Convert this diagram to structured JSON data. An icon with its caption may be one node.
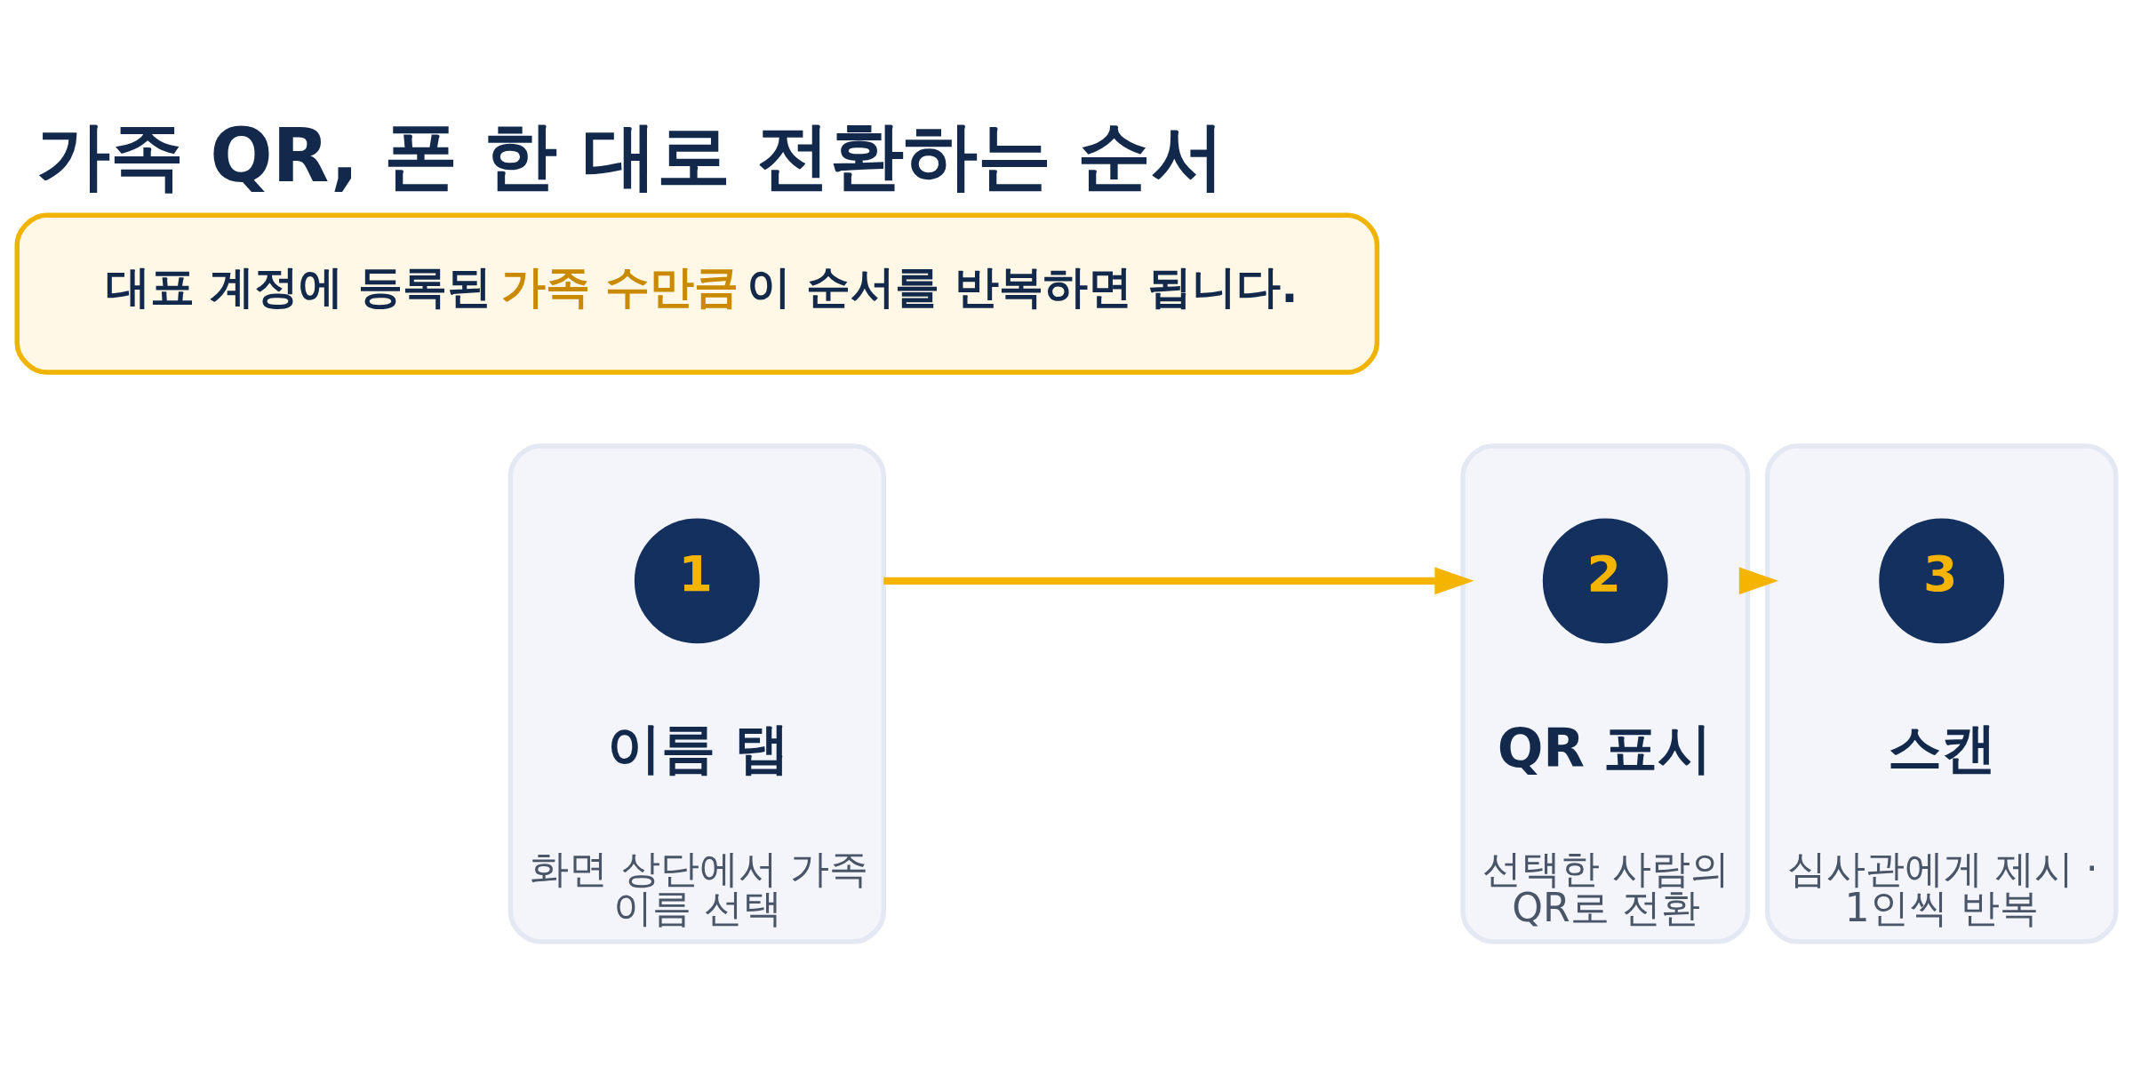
{
  "diagram": {
    "title": "가족 QR, 폰 한 대로 전환하는 순서",
    "nodes": [
      {
        "text": [
          "이름 탭",
          "화면 상단에서 가족 이름 선택"
        ]
      },
      {
        "text": [
          "1"
        ],
        "in": 0
      },
      {
        "text": [
          "QR 표시",
          "선택한 사람의 QR로 전환"
        ]
      },
      {
        "text": [
          "2"
        ],
        "in": 2
      },
      {
        "text": [
          "스캔",
          "심사관에게 제시 · 1인씩 반복"
        ]
      },
      {
        "text": [
          "3"
        ],
        "in": 4
      },
      {
        "text": [
          "대표 계정에 등록된 **가족 수만큼** 이 순서를 반복하면 됩니다."
        ]
      }
    ],
    "edges": [
      {
        "from": 0,
        "to": 2,
        "arrow": "to"
      },
      {
        "from": 2,
        "to": 4,
        "arrow": "to"
      }
    ]
  }
}
